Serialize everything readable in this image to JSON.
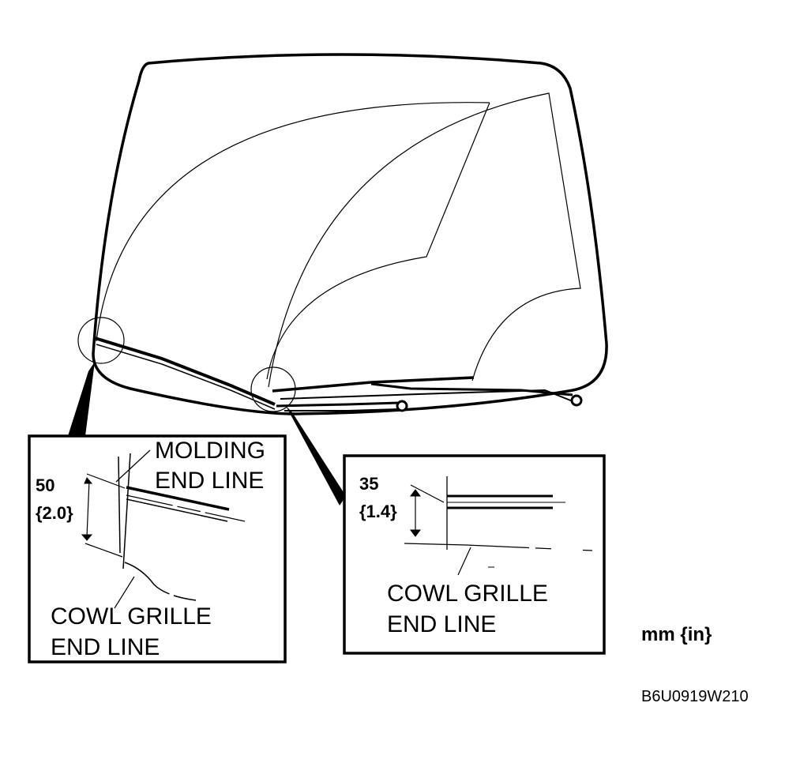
{
  "left_detail": {
    "value_mm": "50",
    "value_in": "{2.0}",
    "molding_line1": "MOLDING",
    "molding_line2": "END LINE",
    "cowl_line1": "COWL GRILLE",
    "cowl_line2": "END LINE"
  },
  "right_detail": {
    "value_mm": "35",
    "value_in": "{1.4}",
    "cowl_line1": "COWL GRILLE",
    "cowl_line2": "END LINE"
  },
  "units": "mm {in}",
  "figure_code": "B6U0919W210"
}
